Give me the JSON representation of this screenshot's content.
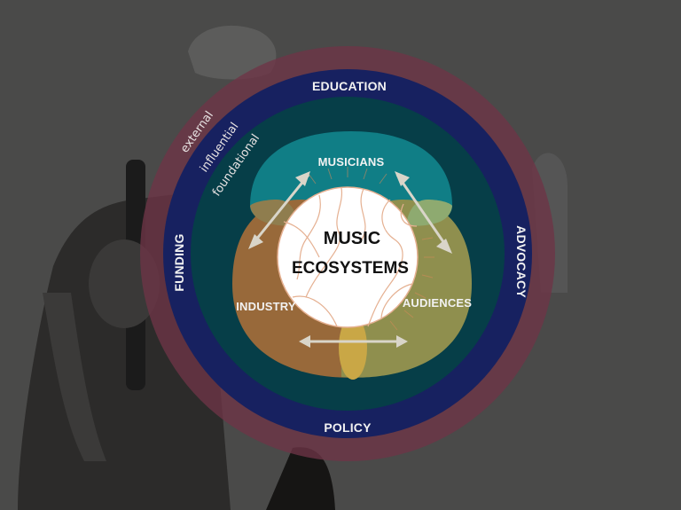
{
  "diagram": {
    "title_line1": "MUSIC",
    "title_line2": "ECOSYSTEMS",
    "outer_labels": {
      "top": "EDUCATION",
      "bottom": "POLICY",
      "left": "FUNDING",
      "right": "ADVOCACY"
    },
    "ring_labels": {
      "external": "external",
      "influential": "influential",
      "foundational": "foundational"
    },
    "nodes": {
      "musicians": "MUSICIANS",
      "industry": "INDUSTRY",
      "audiences": "AUDIENCES"
    },
    "colors": {
      "background": "#4a4a49",
      "external_ring": "#6e3446",
      "influential_ring": "#172160",
      "foundational_ring": "#063e48",
      "musicians": "#107e86",
      "industry": "#98693a",
      "audiences": "#8f8f4e",
      "overlap": "#c9a746",
      "center": "#ffffff",
      "center_lines": "#e5b091",
      "arrows": "#d9d5c9"
    }
  }
}
